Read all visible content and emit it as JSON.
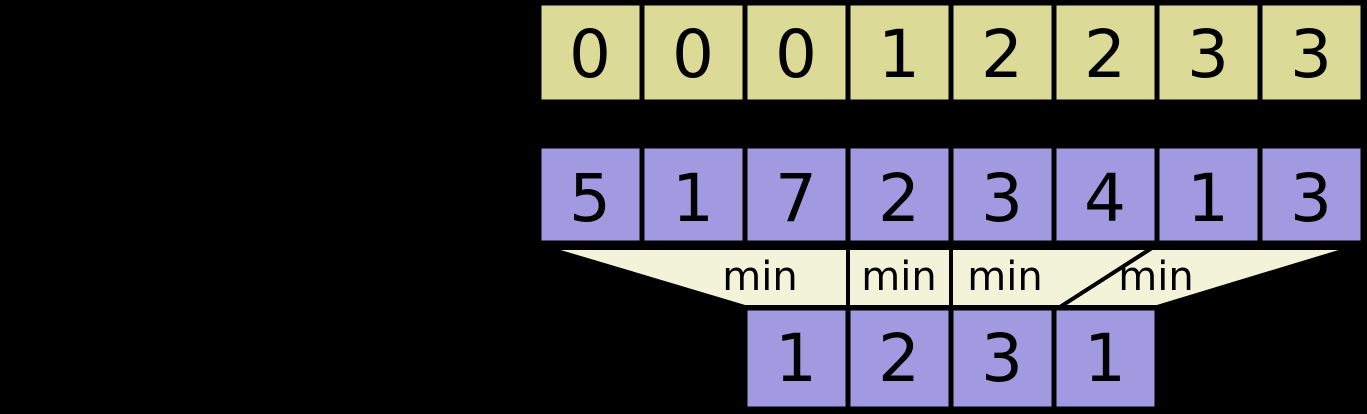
{
  "colors": {
    "background": "#000000",
    "index_row_fill": "#dbdb97",
    "array_row_fill": "#a29ae1",
    "funnel_fill": "#f3f3da",
    "stroke": "#000000",
    "text": "#000000"
  },
  "index_row": {
    "values": [
      "0",
      "0",
      "0",
      "1",
      "2",
      "2",
      "3",
      "3"
    ]
  },
  "array_row": {
    "values": [
      "5",
      "1",
      "7",
      "2",
      "3",
      "4",
      "1",
      "3"
    ]
  },
  "min_labels": [
    "min",
    "min",
    "min",
    "min"
  ],
  "block_min_row": {
    "values": [
      "1",
      "2",
      "3",
      "1"
    ]
  }
}
